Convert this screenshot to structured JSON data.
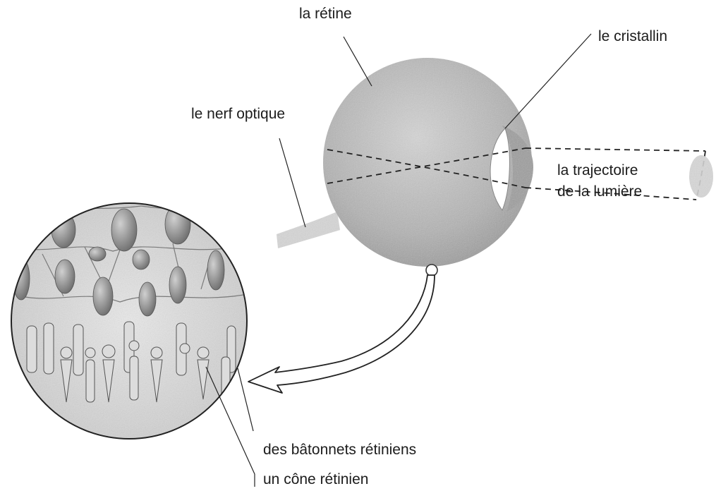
{
  "labels": {
    "retina": "la rétine",
    "lens": "le cristallin",
    "optic_nerve": "le nerf optique",
    "light_path_line1": "la trajectoire",
    "light_path_line2": "de la lumière",
    "rods": "des bâtonnets rétiniens",
    "cone": "un cône rétinien"
  },
  "colors": {
    "eyeball": "#b3b3b3",
    "ink": "#1c1c1c",
    "cell": "#8a8a8a"
  }
}
